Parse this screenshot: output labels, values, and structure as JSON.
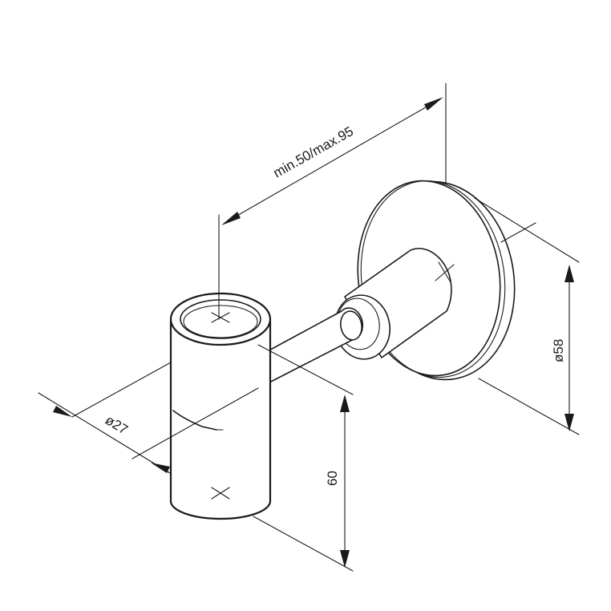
{
  "dimensions": {
    "length": "min.50/max.95",
    "flange_diameter": "ø58",
    "body_diameter": "ø27",
    "height": "60"
  },
  "colors": {
    "line": "#1a1a1a",
    "background": "#ffffff"
  }
}
